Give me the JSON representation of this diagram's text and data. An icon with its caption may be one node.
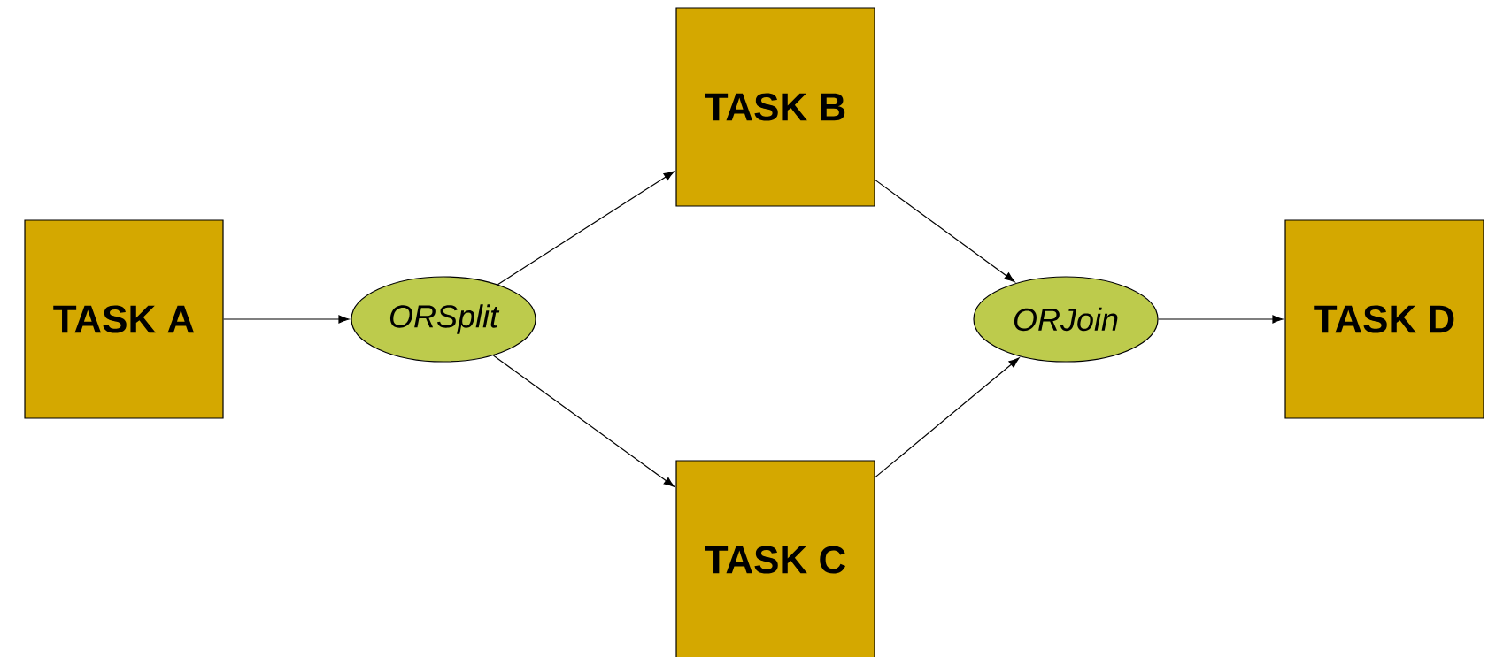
{
  "diagram": {
    "nodes": [
      {
        "text": [
          "TASK A"
        ]
      },
      {
        "text": [
          "ORSplit"
        ]
      },
      {
        "text": [
          "TASK B"
        ]
      },
      {
        "text": [
          "TASK C"
        ]
      },
      {
        "text": [
          "ORJoin"
        ]
      },
      {
        "text": [
          "TASK D"
        ]
      }
    ],
    "edges": [
      {
        "from": 0,
        "to": 1,
        "arrow": "to"
      },
      {
        "from": 1,
        "to": 2,
        "arrow": "to"
      },
      {
        "from": 1,
        "to": 3,
        "arrow": "to"
      },
      {
        "from": 2,
        "to": 4,
        "arrow": "to"
      },
      {
        "from": 3,
        "to": 4,
        "arrow": "to"
      },
      {
        "from": 4,
        "to": 5,
        "arrow": "to"
      }
    ]
  }
}
